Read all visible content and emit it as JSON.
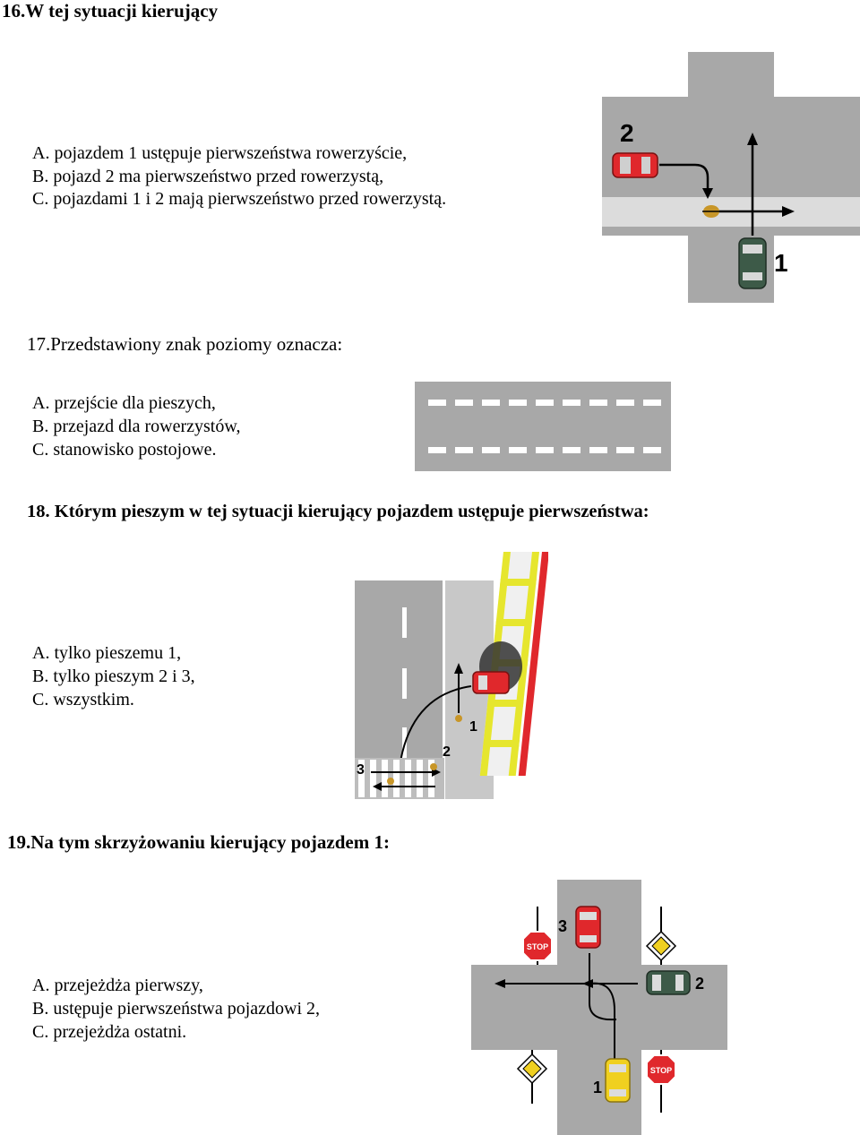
{
  "q16": {
    "title": "16.W tej sytuacji kierujący",
    "answers": [
      "A. pojazdem 1 ustępuje pierwszeństwa rowerzyście,",
      "B. pojazd 2 ma pierwszeństwo przed rowerzystą,",
      "C. pojazdami 1 i 2 mają pierwszeństwo przed rowerzystą."
    ],
    "figure_labels": [
      "2",
      "1"
    ]
  },
  "q17": {
    "title": "17.Przedstawiony znak poziomy oznacza:",
    "answers": [
      "A. przejście dla pieszych,",
      "B. przejazd dla rowerzystów,",
      "C. stanowisko postojowe."
    ]
  },
  "q18": {
    "title": "18. Którym pieszym w tej sytuacji kierujący pojazdem ustępuje pierwszeństwa:",
    "answers": [
      "A. tylko pieszemu 1,",
      "B. tylko pieszym 2 i 3,",
      "C. wszystkim."
    ],
    "figure_labels": [
      "1",
      "2",
      "3"
    ]
  },
  "q19": {
    "title": "19.Na tym skrzyżowaniu kierujący pojazdem 1:",
    "answers": [
      "A. przejeżdża pierwszy,",
      "B. ustępuje pierwszeństwa pojazdowi 2,",
      "C. przejeżdża ostatni."
    ],
    "figure_labels": [
      "3",
      "2",
      "1"
    ],
    "sign_text": "STOP"
  },
  "colors": {
    "road": "#a8a8a8",
    "bike_lane": "#dcdcdc",
    "red_car": "#e0282c",
    "green_car": "#3d5a48",
    "yellow_car": "#f0d020",
    "tram_yellow": "#e6e62e"
  }
}
